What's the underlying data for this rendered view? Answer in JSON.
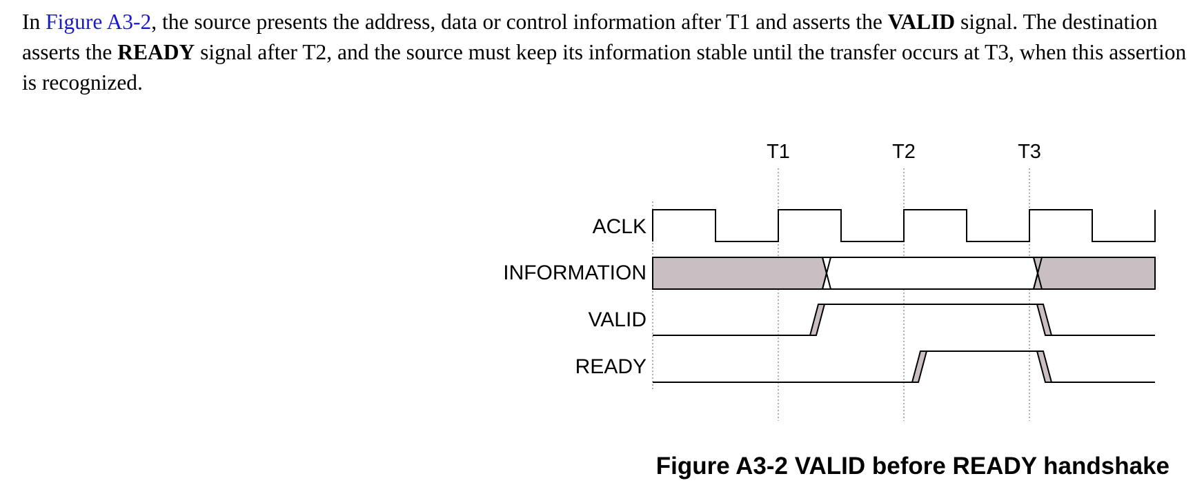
{
  "paragraph": {
    "s1": "In ",
    "link": "Figure A3-2",
    "s2": ", the source presents the address, data or control information after T1 and asserts the ",
    "b1": "VALID",
    "s3": " signal. The destination asserts the ",
    "b2": "READY",
    "s4": " signal after T2, and the source must keep its information stable until the transfer occurs at T3, when this assertion is recognized."
  },
  "diagram": {
    "time_markers": [
      "T1",
      "T2",
      "T3"
    ],
    "signals": [
      "ACLK",
      "INFORMATION",
      "VALID",
      "READY"
    ],
    "colors": {
      "shade": "#c9bfc2",
      "line": "#000000",
      "link": "#1a1acc"
    }
  },
  "caption": "Figure A3-2 VALID before READY handshake"
}
